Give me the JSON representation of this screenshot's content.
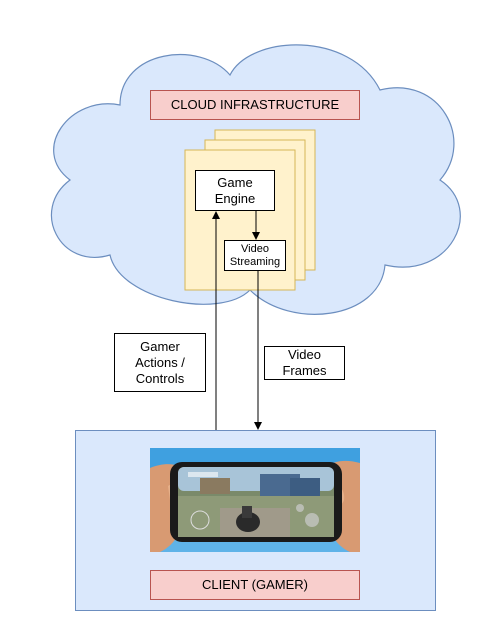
{
  "cloud": {
    "title": "CLOUD INFRASTRUCTURE",
    "fill": "#dae8fc",
    "stroke": "#6c8ebf"
  },
  "servers": {
    "fill": "#fff2cc",
    "stroke": "#d6b656",
    "stack_count": 3,
    "game_engine": "Game\nEngine",
    "video_streaming": "Video\nStreaming"
  },
  "flows": {
    "gamer_actions": "Gamer\nActions /\nControls",
    "video_frames": "Video\nFrames"
  },
  "client": {
    "title": "CLIENT (GAMER)",
    "fill": "#dae8fc",
    "stroke": "#6c8ebf",
    "photo_icon": "phone-gameplay-photo"
  },
  "colors": {
    "label_pink": "#f8cecc",
    "label_pink_border": "#b85450",
    "arrow": "#000000"
  }
}
